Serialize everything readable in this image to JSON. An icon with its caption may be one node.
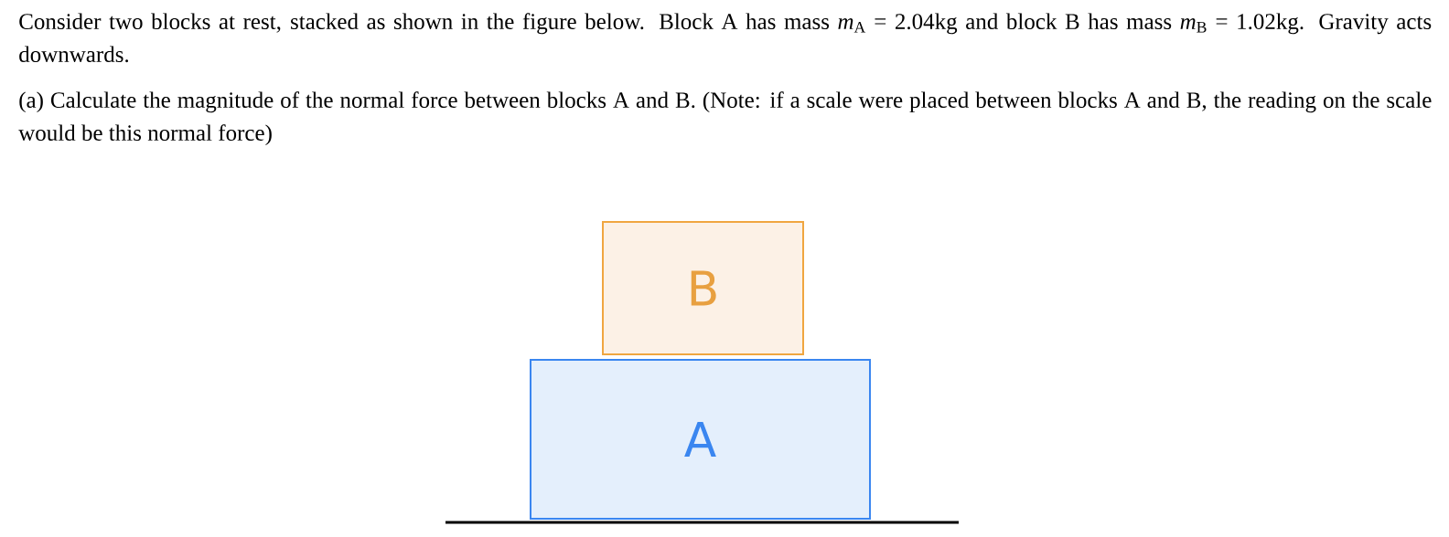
{
  "diagram": {
    "nodes": [
      {
        "text": [
          "B"
        ]
      },
      {
        "text": [
          "A"
        ]
      }
    ],
    "labels": [
      "Consider two blocks at rest, stacked as shown in the figure below. Block A has mass *m*$_{A}$ = 2.04kg and block B has mass *m*$_{B}$ = 1.02kg. Gravity acts downwards.",
      "(a) Calculate the magnitude of the normal force between blocks A and B. (Note: if a scale were placed between blocks A and B, the reading on the scale would be this normal force)"
    ]
  }
}
